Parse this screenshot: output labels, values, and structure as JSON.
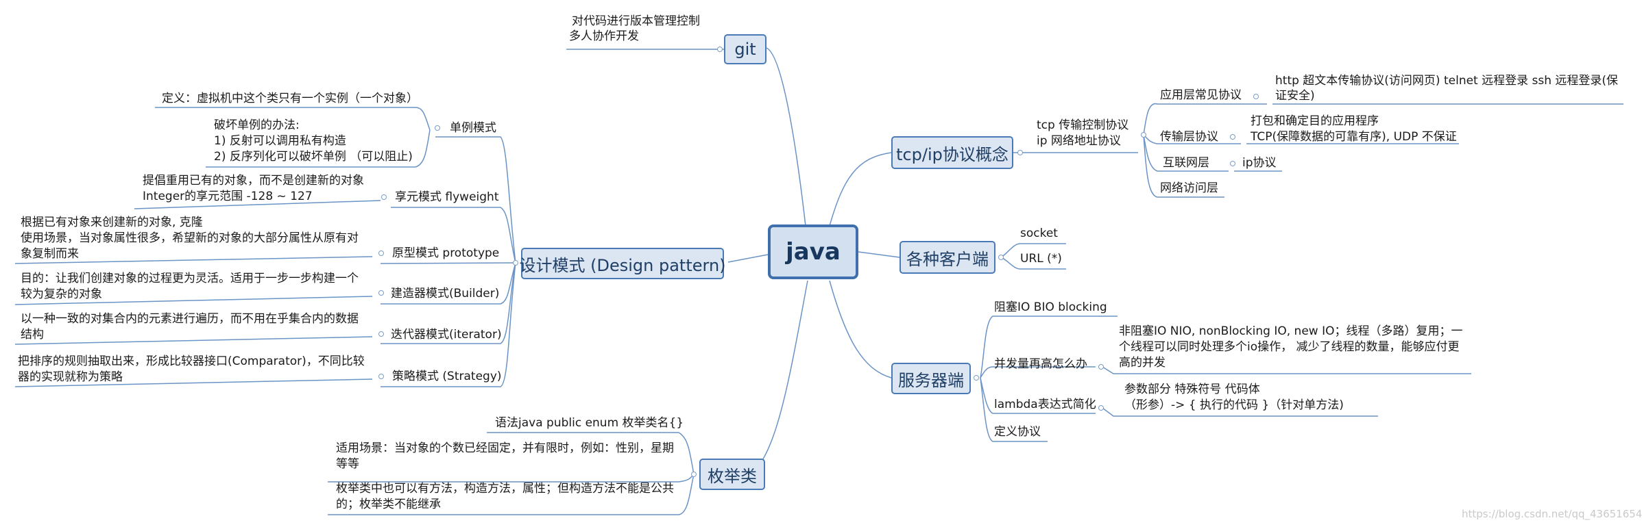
{
  "root": "java",
  "git": {
    "label": "git",
    "notes": [
      "对代码进行版本管理控制",
      "多人协作开发"
    ]
  },
  "tcpip": {
    "label": "tcp/ip协议概念",
    "summary": [
      "tcp 传输控制协议",
      "ip 网络地址协议"
    ],
    "layers": [
      {
        "label": "应用层常见协议",
        "detail": [
          "http 超文本传输协议(访问网页)  telnet 远程登录 ssh 远程登录(保",
          "证安全)"
        ]
      },
      {
        "label": "传输层协议",
        "detail": [
          "打包和确定目的应用程序",
          "TCP(保障数据的可靠有序), UDP 不保证"
        ]
      },
      {
        "label": "互联网层",
        "detail": [
          "ip协议"
        ]
      },
      {
        "label": "网络访问层",
        "detail": []
      }
    ]
  },
  "clients": {
    "label": "各种客户端",
    "items": [
      "socket",
      "URL (*)"
    ]
  },
  "server": {
    "label": "服务器端",
    "items": [
      {
        "label": "阻塞IO   BIO  blocking",
        "detail": []
      },
      {
        "label": "并发量再高怎么办",
        "detail": [
          "非阻塞IO NIO, nonBlocking IO, new IO；线程（多路）复用；一",
          "个线程可以同时处理多个io操作， 减少了线程的数量，能够应付更",
          "高的并发"
        ]
      },
      {
        "label": "lambda表达式简化",
        "detail": [
          "参数部分   特殊符号   代码体",
          "（形参）->        {  执行的代码 }（针对单方法)"
        ]
      },
      {
        "label": "定义协议",
        "detail": []
      }
    ]
  },
  "design": {
    "label": "设计模式 (Design pattern)",
    "patterns": [
      {
        "label": "单例模式",
        "details": [
          [
            "定义：虚拟机中这个类只有一个实例（一个对象）"
          ],
          [
            "破坏单例的办法:",
            "1) 反射可以调用私有构造",
            "2) 反序列化可以破坏单例  （可以阻止)"
          ]
        ]
      },
      {
        "label": "享元模式 flyweight",
        "details": [
          [
            "提倡重用已有的对象，而不是创建新的对象",
            "Integer的享元范围 -128 ~ 127"
          ]
        ]
      },
      {
        "label": "原型模式 prototype",
        "details": [
          [
            "根据已有对象来创建新的对象, 克隆",
            "使用场景，当对象属性很多，希望新的对象的大部分属性从原有对",
            "象复制而来"
          ]
        ]
      },
      {
        "label": "建造器模式(Builder)",
        "details": [
          [
            "目的：让我们创建对象的过程更为灵活。适用于一步一步构建一个",
            "较为复杂的对象"
          ]
        ]
      },
      {
        "label": "迭代器模式(iterator)",
        "details": [
          [
            "以一种一致的对集合内的元素进行遍历，而不用在乎集合内的数据",
            "结构"
          ]
        ]
      },
      {
        "label": "策略模式 (Strategy)",
        "details": [
          [
            "把排序的规则抽取出来，形成比较器接口(Comparator)，不同比较",
            "器的实现就称为策略"
          ]
        ]
      }
    ]
  },
  "enum": {
    "label": "枚举类",
    "items": [
      [
        "语法java  public enum 枚举类名{}"
      ],
      [
        "适用场景：当对象的个数已经固定，并有限时，例如：性别，星期",
        "等等"
      ],
      [
        "枚举类中也可以有方法，构造方法，属性；但构造方法不能是公共",
        "的；枚举类不能继承"
      ]
    ]
  },
  "watermark": "https://blog.csdn.net/qq_43651654"
}
